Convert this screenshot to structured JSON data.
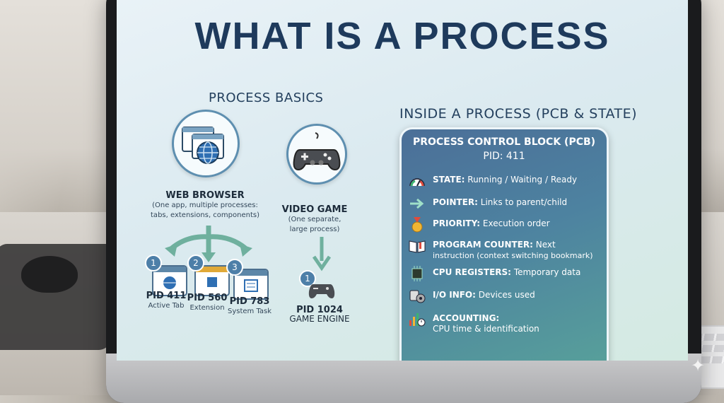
{
  "slide": {
    "title": "WHAT IS A PROCESS",
    "left_heading": "PROCESS BASICS",
    "right_heading": "INSIDE A PROCESS (PCB & STATE)"
  },
  "basics": {
    "browser": {
      "label": "WEB BROWSER",
      "desc_lines": [
        "(One app, multiple processes:",
        "tabs, extensions, components)"
      ],
      "icon": "browser-globe-icon"
    },
    "game": {
      "label": "VIDEO GAME",
      "desc_lines": [
        "(One separate,",
        "large process)"
      ],
      "icon": "gamepad-icon"
    },
    "pids": [
      {
        "num": "1",
        "pid": "PID 411",
        "caption": "Active Tab",
        "icon": "tab-globe-icon"
      },
      {
        "num": "2",
        "pid": "PID 560",
        "caption": "Extension",
        "icon": "extension-icon"
      },
      {
        "num": "3",
        "pid": "PID 783",
        "caption": "System Task",
        "icon": "system-task-icon"
      }
    ],
    "game_pid": {
      "num": "1",
      "pid": "PID 1024",
      "caption": "GAME ENGINE",
      "icon": "gamepad-small-icon"
    }
  },
  "pcb": {
    "title": "PROCESS CONTROL BLOCK (PCB)",
    "pid": "PID: 411",
    "rows": [
      {
        "label": "STATE:",
        "value": "Running / Waiting / Ready",
        "icon": "gauge-icon"
      },
      {
        "label": "POINTER:",
        "value": "Links to parent/child",
        "icon": "arrow-right-icon"
      },
      {
        "label": "PRIORITY:",
        "value": "Execution order",
        "icon": "medal-icon"
      },
      {
        "label": "PROGRAM COUNTER:",
        "value": "Next",
        "value2": "instruction (context switching bookmark)",
        "icon": "book-icon"
      },
      {
        "label": "CPU REGISTERS:",
        "value": "Temporary data",
        "icon": "chip-icon"
      },
      {
        "label": "I/O INFO:",
        "value": "Devices used",
        "icon": "io-icon"
      },
      {
        "label": "ACCOUNTING:",
        "value": "",
        "value2": "CPU time & identification",
        "icon": "chart-clock-icon"
      }
    ]
  },
  "colors": {
    "title": "#1e3a5c",
    "accent": "#4d7fa8",
    "pcb_bg": "#4d82a0"
  }
}
